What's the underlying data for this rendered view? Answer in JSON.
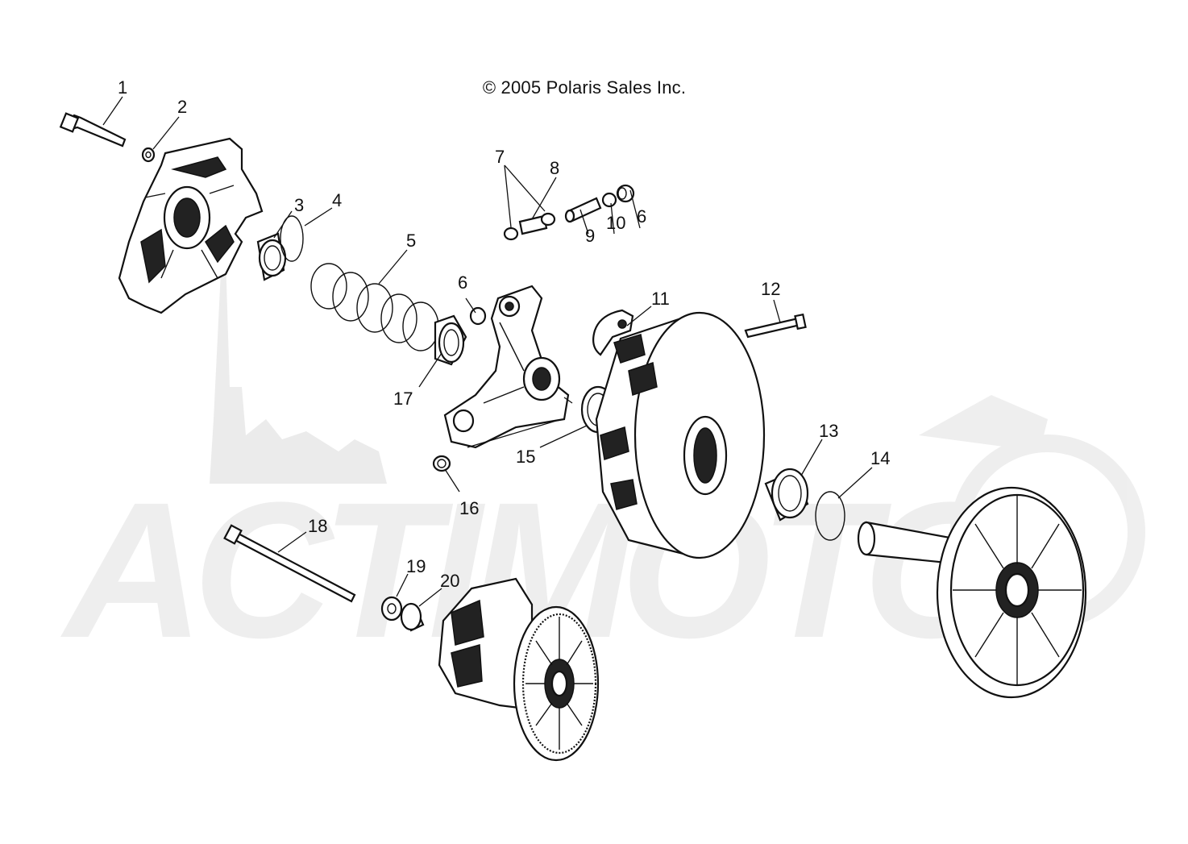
{
  "copyright": "© 2005 Polaris Sales Inc.",
  "watermark": "ACTIMOTO",
  "callouts": [
    "1",
    "2",
    "3",
    "4",
    "5",
    "6",
    "7",
    "8",
    "9",
    "10",
    "6",
    "11",
    "12",
    "17",
    "15",
    "13",
    "14",
    "16",
    "18",
    "19",
    "20"
  ]
}
